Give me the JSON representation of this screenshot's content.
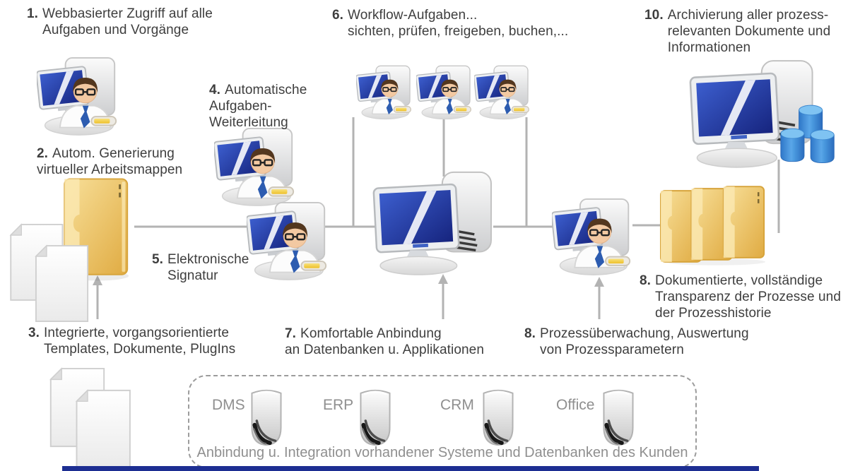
{
  "labels": {
    "n1": {
      "num": "1.",
      "lines": [
        "Webbasierter Zugriff auf alle",
        "Aufgaben und Vorgänge"
      ]
    },
    "n2": {
      "num": "2.",
      "lines": [
        "Autom. Generierung",
        "virtueller Arbeitsmappen"
      ]
    },
    "n3": {
      "num": "3.",
      "lines": [
        "Integrierte, vorgangsorientierte",
        "Templates, Dokumente, PlugIns"
      ]
    },
    "n4": {
      "num": "4.",
      "lines": [
        "Automatische",
        "Aufgaben-",
        "Weiterleitung"
      ]
    },
    "n5": {
      "num": "5.",
      "lines": [
        "Elektronische",
        "Signatur"
      ]
    },
    "n6": {
      "num": "6.",
      "lines": [
        "Workflow-Aufgaben...",
        "sichten, prüfen, freigeben, buchen,..."
      ]
    },
    "n7": {
      "num": "7.",
      "lines": [
        "Komfortable Anbindung",
        "an Datenbanken u. Applikationen"
      ]
    },
    "n8a": {
      "num": "8.",
      "lines": [
        "Prozessüberwachung, Auswertung",
        "von Prozessparametern"
      ]
    },
    "n8b": {
      "num": "8.",
      "lines": [
        "Dokumentierte, vollständige",
        "Transparenz der Prozesse und",
        "der Prozesshistorie"
      ]
    },
    "n10": {
      "num": "10.",
      "lines": [
        "Archivierung aller prozess-",
        "relevanten Dokumente und",
        "Informationen"
      ]
    }
  },
  "integration_box": {
    "systems": [
      "DMS",
      "ERP",
      "CRM",
      "Office"
    ],
    "caption": "Anbindung u. Integration vorhandener Systeme und Datenbanken des Kunden"
  },
  "icons": {
    "user_workstation": "person-at-computer-icon",
    "server": "desktop-computer-with-tower-icon",
    "archive_computer": "computer-with-database-cylinders-icon",
    "folder": "yellow-folder-icon",
    "folders_row": "three-yellow-folders-icon",
    "documents": "paper-documents-icon",
    "drive": "disk-drive-icon",
    "databases": "blue-database-cylinders-icon"
  },
  "colors": {
    "text_dark": "#3e3e3e",
    "muted_gray": "#8f8f8f",
    "line_gray": "#b3b3b3",
    "screen_blue": "#2746a8",
    "tie_blue": "#2d5cb0",
    "folder_yellow": "#ecc155",
    "db_blue": "#4897dd",
    "bottom_bar_blue": "#1d2e92"
  }
}
